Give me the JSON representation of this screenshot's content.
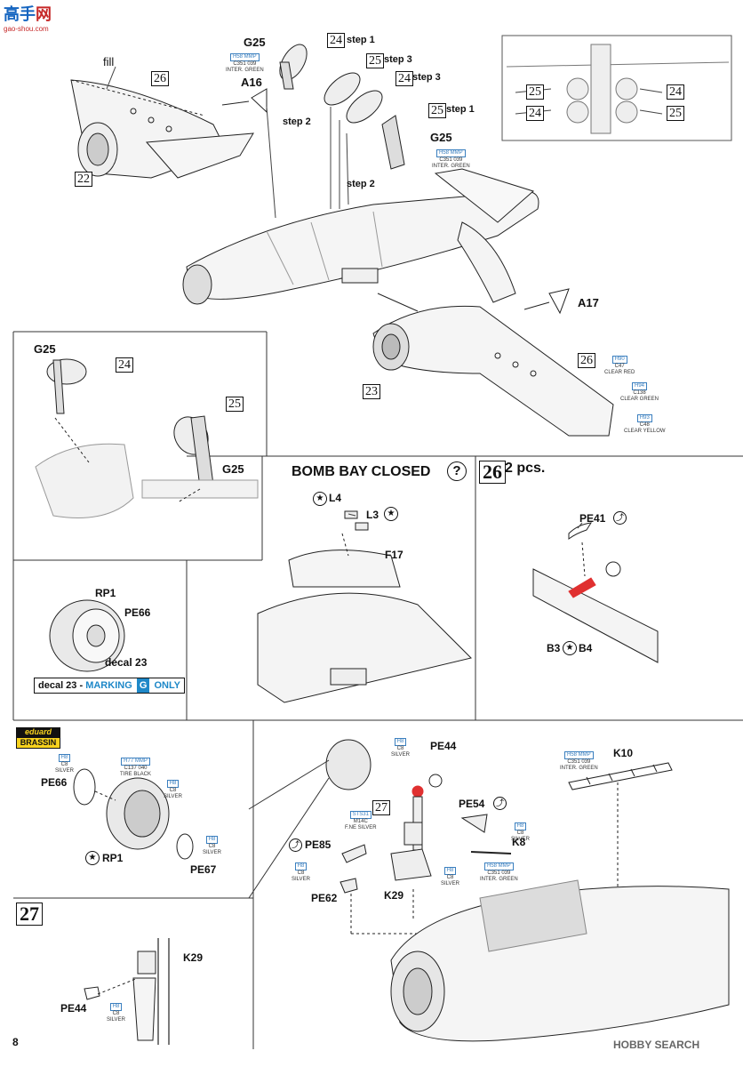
{
  "watermark_top": {
    "logo": "高手",
    "site": "网",
    "url": "gao-shou.com"
  },
  "watermark_bottom": {
    "text": "HOBBY SEARCH"
  },
  "page_number": "8",
  "labels": {
    "fill": "fill",
    "g25_a": "G25",
    "g25_b": "G25",
    "g25_c": "G25",
    "g25_d": "G25",
    "a16": "A16",
    "a17": "A17",
    "step1a": "step 1",
    "step1b": "step 1",
    "step2a": "step 2",
    "step2b": "step 2",
    "step3a": "step 3",
    "step3b": "step 3",
    "bomb_bay": "BOMB BAY CLOSED",
    "bomb_bay_q": "?",
    "l4": "L4",
    "l3": "L3",
    "f17": "F17",
    "pcs": "2 pcs.",
    "pe41": "PE41",
    "b3b4": "B3",
    "b4": "B4",
    "rp1a": "RP1",
    "pe66a": "PE66",
    "decal23": "decal 23",
    "pe66b": "PE66",
    "rp1b": "RP1",
    "pe67": "PE67",
    "pe44a": "PE44",
    "pe54": "PE54",
    "pe85": "PE85",
    "k8": "K8",
    "k10": "K10",
    "k29a": "K29",
    "pe62": "PE62",
    "k29b": "K29",
    "pe44b": "PE44"
  },
  "boxes": {
    "b26a": "26",
    "b22": "22",
    "b24a": "24",
    "b25a": "25",
    "b24b": "24",
    "b25b": "25",
    "b25c": "25",
    "b24c": "24",
    "b24d": "24",
    "b25d": "25",
    "b24e": "24",
    "b25e": "25",
    "b26b": "26",
    "b23": "23",
    "b27a": "27"
  },
  "big_boxes": {
    "s26": "26",
    "s27": "27"
  },
  "decal_bar": {
    "prefix": "decal 23 -",
    "marking": "MARKING",
    "letter": "G",
    "suffix": "ONLY"
  },
  "brand": {
    "top": "eduard",
    "bottom": "BRASSIN"
  },
  "paints": {
    "p1": {
      "code": "H58 MMP",
      "line2": "C351 039",
      "line3": "INTER. GREEN"
    },
    "p2": {
      "code": "H58 MMP",
      "line2": "C351 039",
      "line3": "INTER. GREEN"
    },
    "p3": {
      "code": "H90",
      "line2": "C47",
      "line3": "CLEAR RED"
    },
    "p4": {
      "code": "H94",
      "line2": "C138",
      "line3": "CLEAR GREEN"
    },
    "p5": {
      "code": "H93",
      "line2": "C48",
      "line3": "CLEAR YELLOW"
    },
    "p6": {
      "code": "H8",
      "line2": "C8",
      "line3": "SILVER"
    },
    "p7": {
      "code": "H77 MMP",
      "line2": "C137 040",
      "line3": "TIRE BLACK"
    },
    "p8": {
      "code": "H8",
      "line2": "C8",
      "line3": "SILVER"
    },
    "p9": {
      "code": "H8",
      "line2": "C8",
      "line3": "SILVER"
    },
    "p10": {
      "code": "H8",
      "line2": "C8",
      "line3": "SILVER"
    },
    "p11": {
      "code": "STS31",
      "line2": "M14C",
      "line3": "F.NE SILVER"
    },
    "p12": {
      "code": "H8",
      "line2": "C8",
      "line3": "SILVER"
    },
    "p13": {
      "code": "H8",
      "line2": "C8",
      "line3": "SILVER"
    },
    "p14": {
      "code": "H58 MMP",
      "line2": "C351 039",
      "line3": "INTER. GREEN"
    },
    "p15": {
      "code": "H58 MMP",
      "line2": "C351 039",
      "line3": "INTER. GREEN"
    },
    "p16": {
      "code": "H8",
      "line2": "C8",
      "line3": "SILVER"
    },
    "p17": {
      "code": "H8",
      "line2": "C8",
      "line3": "SILVER"
    }
  },
  "colors": {
    "accent_blue": "#1e88c8",
    "highlight_red": "#e03030",
    "brand_yellow": "#f7d21e",
    "line": "#222222"
  }
}
